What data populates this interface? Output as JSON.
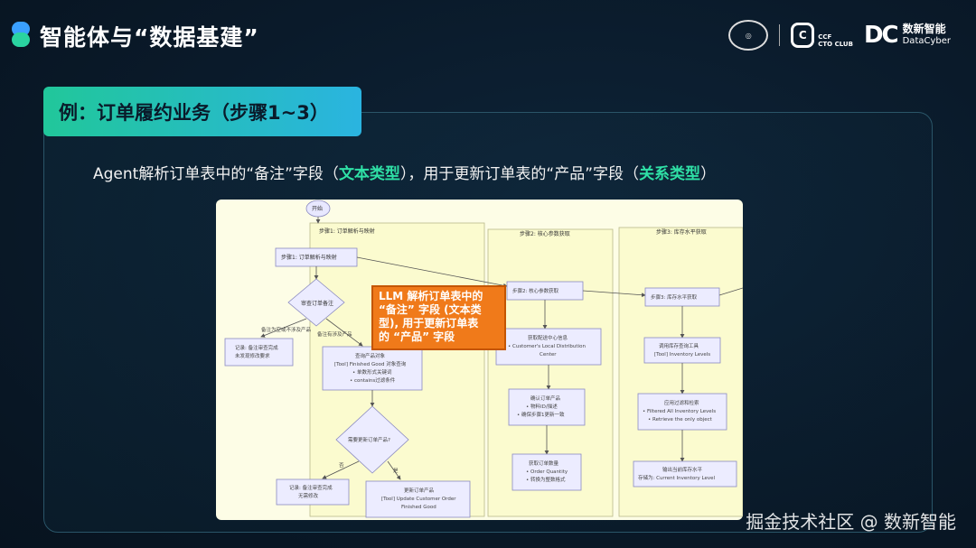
{
  "header": {
    "title": "智能体与“数据基建”",
    "partners": {
      "cto_mark": "C",
      "cto_line1": "CCF",
      "cto_line2": "CTO CLUB",
      "dc_mark": "DC",
      "dc_cn": "数新智能",
      "dc_en": "DataCyber"
    }
  },
  "example_tag": "例：订单履约业务（步骤1~3）",
  "description": {
    "part1": "Agent解析订单表中的“备注”字段（",
    "hl1": "文本类型",
    "part2": "），用于更新订单表的“产品”字段（",
    "hl2": "关系类型",
    "part3": "）"
  },
  "flowchart": {
    "start": "开始",
    "lane1": "步骤1: 订单解析与映射",
    "lane2": "步骤2: 核心参数获取",
    "lane3": "步骤3: 库存水平获取",
    "n_parse": "步骤1: 订单解析与映射",
    "d_review": "审查订单备注",
    "e_none": "备注为空或不涉及产品",
    "e_has": "备注有涉及产品",
    "n_record1_l1": "记录: 备注审查完成",
    "n_record1_l2": "未发现修改要求",
    "n_query_l1": "查询产品对象",
    "n_query_l2": "[Tool] Finished Good 对象查询",
    "n_query_l3": "• 单数形式关键词",
    "n_query_l4": "• contains过滤条件",
    "d_update": "需要更新订单产品?",
    "e_no": "否",
    "e_yes": "是",
    "n_record2_l1": "记录: 备注审查完成",
    "n_record2_l2": "无需修改",
    "n_upd_l1": "更新订单产品",
    "n_upd_l2": "[Tool] Update Customer Order",
    "n_upd_l3": "Finished Good",
    "n_core": "步骤2: 核心参数获取",
    "n_dist_l1": "获取配送中心信息",
    "n_dist_l2": "• Customer's Local Distribution",
    "n_dist_l3": "Center",
    "n_confirm_l1": "确认订单产品",
    "n_confirm_l2": "• 物料ID/描述",
    "n_confirm_l3": "• 确保步骤1更新一致",
    "n_qty_l1": "获取订单数量",
    "n_qty_l2": "• Order Quantity",
    "n_qty_l3": "• 转换为整数格式",
    "n_inv": "步骤3: 库存水平获取",
    "n_tool_l1": "调用库存查询工具",
    "n_tool_l2": "[Tool] Inventory Levels",
    "n_filter_l1": "应用过滤和检索",
    "n_filter_l2": "• Filtered All Inventory Levels",
    "n_filter_l3": "• Retrieve the only object",
    "n_out_l1": "输出当前库存水平",
    "n_out_l2": "存储为: Current Inventory Level"
  },
  "callout": {
    "line1": "LLM 解析订单表中的",
    "line2": "“备注” 字段 (文本类",
    "line3": "型), 用于更新订单表",
    "line4": "的 “产品” 字段"
  },
  "watermark": "掘金技术社区 @ 数新智能"
}
